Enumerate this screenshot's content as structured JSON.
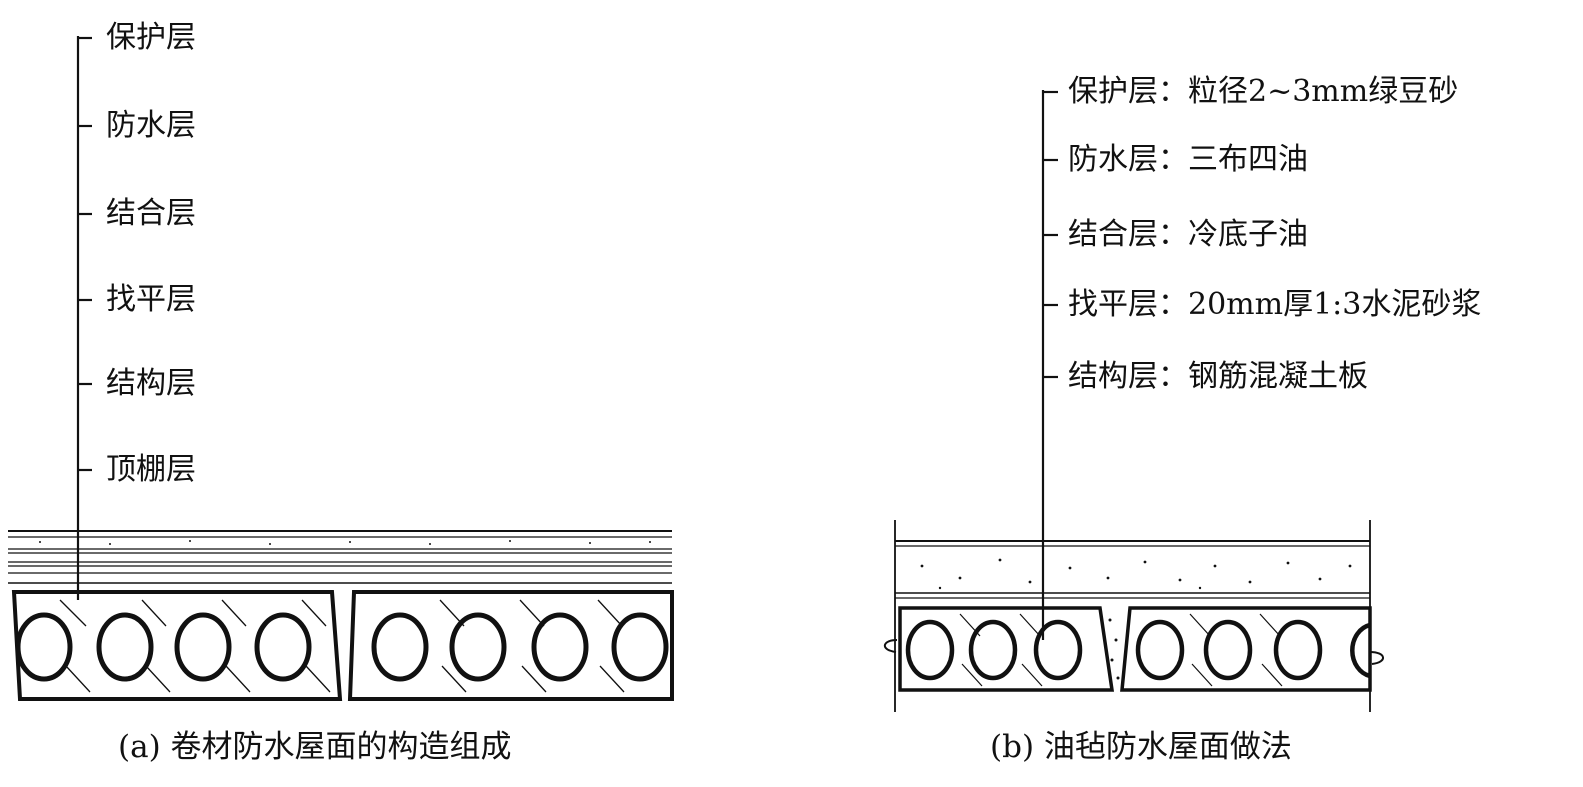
{
  "left_diagram": {
    "layers": [
      "保护层",
      "防水层",
      "结合层",
      "找平层",
      "结构层",
      "顶棚层"
    ],
    "caption": "(a) 卷材防水屋面的构造组成"
  },
  "right_diagram": {
    "layers": [
      {
        "name": "保护层",
        "spec": "粒径2~3mm绿豆砂"
      },
      {
        "name": "防水层",
        "spec": "三布四油"
      },
      {
        "name": "结合层",
        "spec": "冷底子油"
      },
      {
        "name": "找平层",
        "spec": "20mm厚1:3水泥砂浆"
      },
      {
        "name": "结构层",
        "spec": "钢筋混凝土板"
      }
    ],
    "separator": "：",
    "caption": "(b) 油毡防水屋面做法"
  },
  "colors": {
    "ink": "#111111",
    "paper": "#ffffff"
  }
}
